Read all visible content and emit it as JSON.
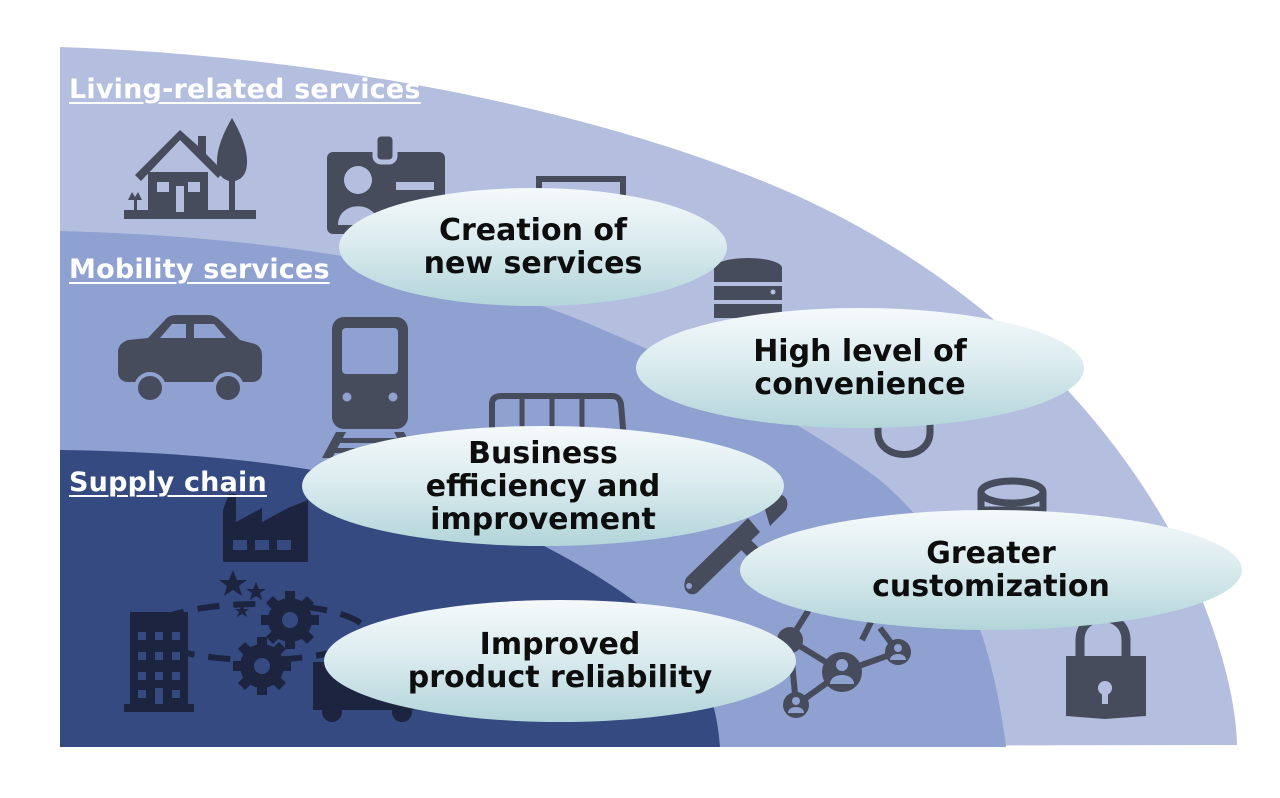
{
  "diagram": {
    "colors": {
      "outer_layer": "#b4bfe0",
      "middle_layer": "#8fa1d0",
      "inner_layer": "#354a80",
      "icon_light": "#474c5c",
      "icon_dark": "#1c2440",
      "bubble_top": "#f5f9fb",
      "bubble_bottom": "#b2d5da",
      "label_text": "#ffffff",
      "bubble_text": "#0d0d0d"
    },
    "layers": [
      {
        "id": "outer",
        "label": "Living-related services",
        "icons": [
          "house-with-tree-icon",
          "id-badge-icon",
          "monitor-icon",
          "database-icon",
          "shopping-bag-icon",
          "coin-stack-icon",
          "padlock-icon"
        ]
      },
      {
        "id": "middle",
        "label": "Mobility services",
        "icons": [
          "car-icon",
          "train-icon",
          "bus-icon",
          "wrench-icon",
          "people-network-icon"
        ]
      },
      {
        "id": "inner",
        "label": "Supply chain",
        "icons": [
          "factory-icon",
          "stars-icon",
          "gears-icon",
          "office-building-icon",
          "delivery-truck-icon",
          "dashed-cycle-icon"
        ]
      }
    ],
    "benefits": [
      {
        "id": "creation",
        "lines": [
          "Creation of",
          "new services"
        ]
      },
      {
        "id": "convenience",
        "lines": [
          "High level of",
          "convenience"
        ]
      },
      {
        "id": "efficiency",
        "lines": [
          "Business",
          "efficiency and",
          "improvement"
        ]
      },
      {
        "id": "customization",
        "lines": [
          "Greater",
          "customization"
        ]
      },
      {
        "id": "reliability",
        "lines": [
          "Improved",
          "product reliability"
        ]
      }
    ]
  }
}
